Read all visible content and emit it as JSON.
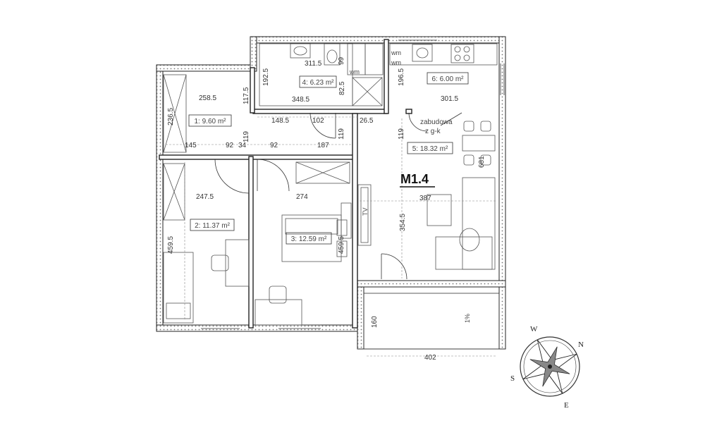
{
  "unit": {
    "name": "M1.4"
  },
  "rooms": [
    {
      "id": "1",
      "label": "1: 9.60 m²"
    },
    {
      "id": "2",
      "label": "2: 11.37 m²"
    },
    {
      "id": "3",
      "label": "3: 12.59 m²"
    },
    {
      "id": "4",
      "label": "4: 6.23 m²"
    },
    {
      "id": "5",
      "label": "5: 18.32 m²"
    },
    {
      "id": "6",
      "label": "6: 6.00 m²"
    }
  ],
  "annotations": {
    "kitchen_line1": "zabudowa",
    "kitchen_line2": "z g-k",
    "wm1": "wm",
    "wm2": "wm",
    "wm3": "wm",
    "tv": "TV",
    "slope": "1%"
  },
  "dimensions": {
    "d_258_5": "258.5",
    "d_117_5": "117.5",
    "d_236_5": "236.5",
    "d_311_5": "311.5",
    "d_99": "99",
    "d_192_5": "192.5",
    "d_348_5": "348.5",
    "d_82_5": "82.5",
    "d_196_5": "196.5",
    "d_301_5": "301.5",
    "d_148_5": "148.5",
    "d_102": "102",
    "d_26_5": "26.5",
    "d_119a": "119",
    "d_119b": "119",
    "d_119c": "119",
    "d_145": "145",
    "d_92a": "92",
    "d_34": "34",
    "d_92b": "92",
    "d_187": "187",
    "d_247_5": "247.5",
    "d_274": "274",
    "d_387": "387",
    "d_681": "681",
    "d_459_5a": "459.5",
    "d_459_5b": "459.5",
    "d_354_5": "354.5",
    "d_160": "160",
    "d_402": "402"
  },
  "compass": {
    "n": "N",
    "e": "E",
    "s": "S",
    "w": "W"
  }
}
